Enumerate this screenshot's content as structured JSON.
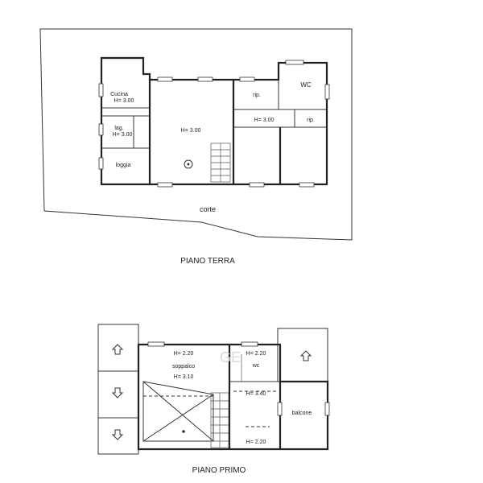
{
  "ground_floor": {
    "title": "PIANO TERRA",
    "courtyard": "corte",
    "rooms": {
      "kitchen_name": "Cucina",
      "kitchen_height": "H= 3.00",
      "laundry_name": "lag.",
      "laundry_height": "H= 3.00",
      "loggia": "loggia",
      "main_height": "H= 3.00",
      "storage_top": "rip.",
      "wc": "WC",
      "corridor_height": "H= 3.00",
      "storage_right": "rip."
    }
  },
  "first_floor": {
    "title": "PIANO PRIMO",
    "rooms": {
      "attic_height_top": "H= 2.20",
      "attic_name": "soppalco",
      "attic_height_mid": "H= 3.10",
      "right_height_top": "H= 2.20",
      "wc": "wc",
      "right_height_mid": "H= 3.40",
      "right_height_bottom": "H= 2.20",
      "balcony": "balcone"
    }
  },
  "watermark": "GE"
}
